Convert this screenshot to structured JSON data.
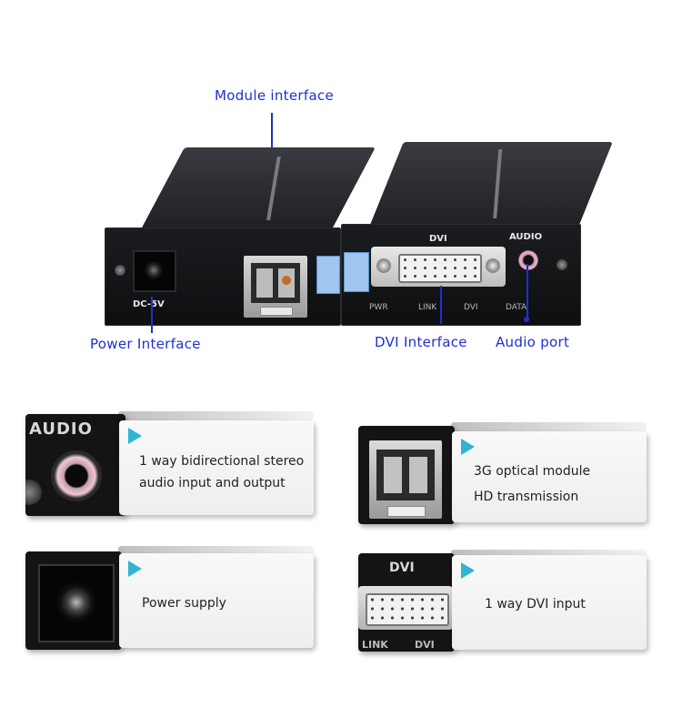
{
  "callouts": {
    "module_interface": "Module interface",
    "power_interface": "Power Interface",
    "dvi_interface": "DVI Interface",
    "audio_port": "Audio port"
  },
  "device": {
    "dc_label": "DC-5V",
    "dvi_label": "DVI",
    "audio_label": "AUDIO",
    "leds": [
      "PWR",
      "LINK",
      "DVI",
      "DATA"
    ]
  },
  "features": [
    {
      "text": "1 way bidirectional stereo audio input and output",
      "photo_label": "AUDIO"
    },
    {
      "text": "3G optical module HD transmission",
      "photo_label": ""
    },
    {
      "text": "Power supply",
      "photo_label": ""
    },
    {
      "text": "1 way DVI input",
      "photo_label": "DVI",
      "photo_sub": [
        "LINK",
        "DVI"
      ]
    }
  ],
  "colors": {
    "callout": "#1f2fd0",
    "arrow": "#2fb5cf"
  }
}
